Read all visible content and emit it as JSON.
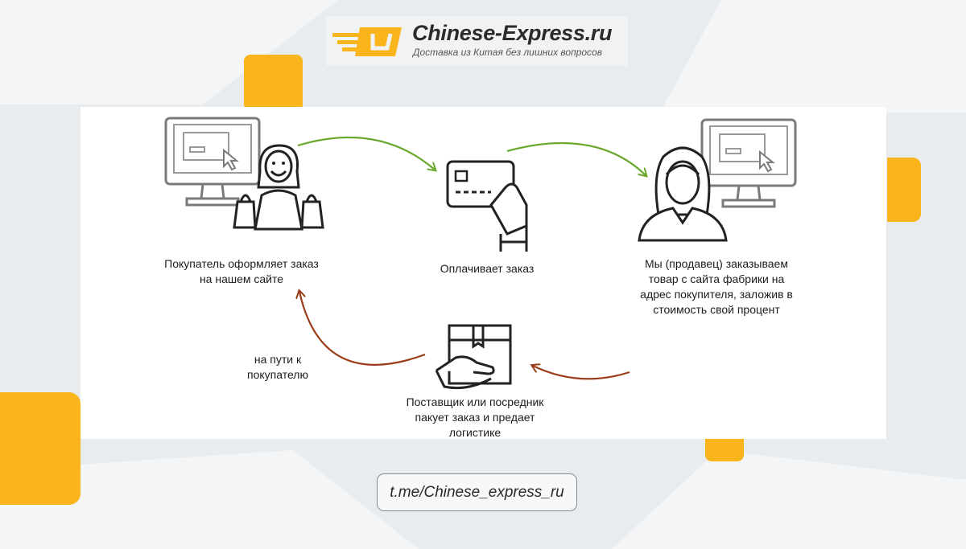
{
  "header": {
    "brand": "Chinese-Express.ru",
    "tagline": "Доставка из Китая без лишних вопросов"
  },
  "diagram": {
    "steps": [
      {
        "label": "Покупатель оформляет заказ на нашем сайте"
      },
      {
        "label": "Оплачивает заказ"
      },
      {
        "label": "Мы (продавец) заказываем товар с сайта фабрики на адрес покупителя, заложив в стоимость свой процент"
      },
      {
        "label": "Поставщик или посредник пакует заказ и предает логистике"
      }
    ],
    "return_label": "на пути к покупателю"
  },
  "footer": {
    "link": "t.me/Chinese_express_ru"
  },
  "colors": {
    "accent_yellow": "#fbb51c",
    "arrow_green": "#6aa82c",
    "arrow_brown": "#9c3d1a"
  }
}
